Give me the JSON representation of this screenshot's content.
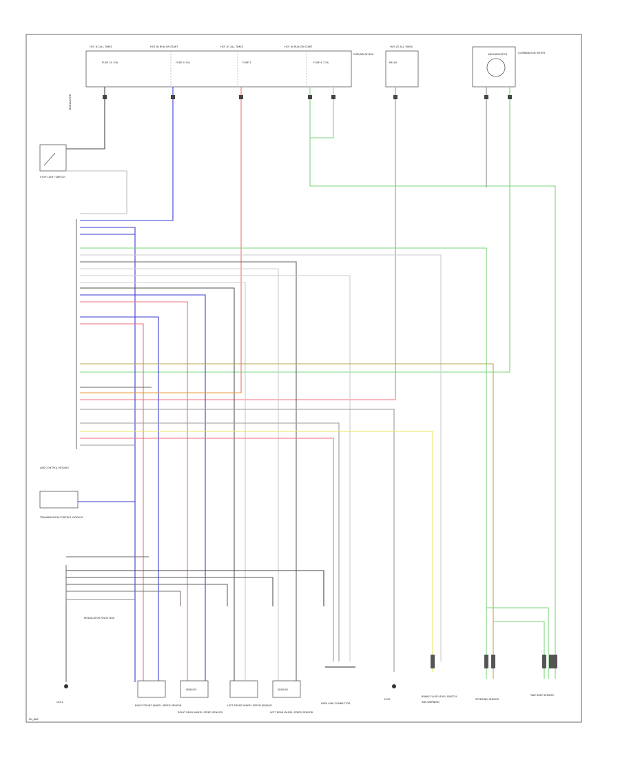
{
  "labels": {
    "hot_at_all_times_1": "HOT AT ALL TIMES",
    "hot_in_run_or_start_1": "HOT IN RUN OR START",
    "hot_at_all_times_2": "HOT AT ALL TIMES",
    "hot_in_run_or_start_2": "HOT IN RUN OR START",
    "hot_at_all_times_3": "HOT AT ALL TIMES",
    "fuse_20a": "FUSE 20 10A",
    "fuse_9": "FUSE 9 10A",
    "fuse_5": "FUSE 5",
    "fuse_6": "FUSE 6 7.5A",
    "fuse_box_label": "FUSE/RELAY BOX",
    "relay_label": "RELAY",
    "combination_meter": "COMBINATION METER",
    "abs_indicator": "ABS INDICATOR",
    "stop_light_switch": "STOP LIGHT SWITCH",
    "modulator_label": "MODULATOR",
    "abs_control_module": "ABS CONTROL MODULE",
    "tcm_label": "TRANSMISSION CONTROL MODULE",
    "relay_box_label": "MODULATOR RELAY BOX",
    "g101": "G101",
    "right_front_sensor_1": "RIGHT FRONT WHEEL SPEED SENSOR",
    "right_rear_sensor": "RIGHT REAR WHEEL SPEED SENSOR",
    "left_front_sensor": "LEFT FRONT WHEEL SPEED SENSOR",
    "left_rear_sensor": "LEFT REAR WHEEL SPEED SENSOR",
    "data_link_connector": "DATA LINK CONNECTOR",
    "brake_fluid_switch": "BRAKE FLUID LEVEL SWITCH",
    "abs_warning": "ABS WARNING",
    "steering_sensor": "STEERING SENSOR",
    "yaw_rate_sensor": "YAW RATE SENSOR",
    "g102": "G102",
    "sensor_box_1": "SENSOR",
    "sensor_box_2": "SENSOR",
    "footer_code": "PN_ABS"
  },
  "colors": {
    "blue": "#3b3bd6",
    "red": "#ef6f78",
    "green": "#7ad67a",
    "gray": "#9a9a9a",
    "dark": "#333333",
    "yellow": "#e6e66a",
    "orange": "#e59c3a",
    "olive": "#b4a64f",
    "light": "#cfcfcf"
  }
}
